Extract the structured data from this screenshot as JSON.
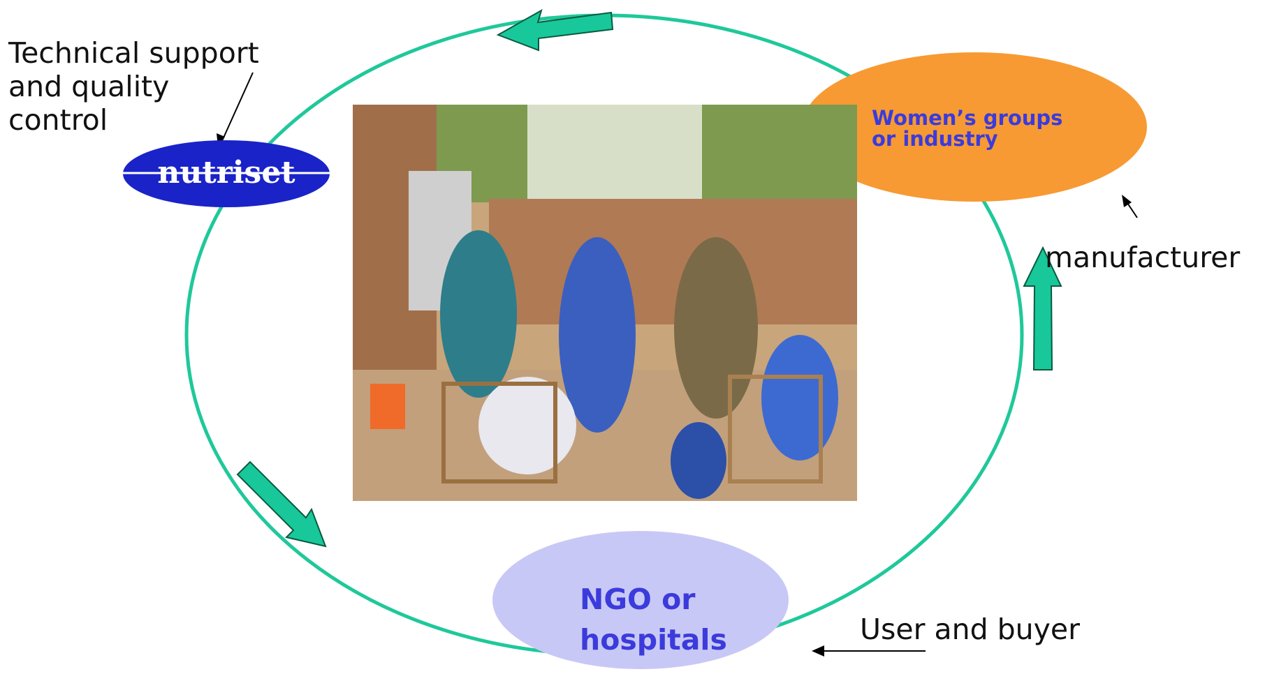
{
  "labels": {
    "technical_support": [
      "Technical support",
      "and quality",
      "control"
    ],
    "manufacturer": "manufacturer",
    "user_buyer": "User and buyer"
  },
  "nodes": {
    "women_groups": [
      "Women’s groups",
      "or industry"
    ],
    "ngo": [
      "NGO or",
      "hospitals"
    ],
    "logo": "nutriset"
  },
  "colors": {
    "cycle": "#1fc89a",
    "arrow_fill": "#18c89a",
    "women_node": "#f79a33",
    "ngo_node": "#c8c8f6",
    "node_text": "#3b3bdc",
    "logo_fill": "#1a23c8"
  },
  "photo": {
    "icon": "photo-women-with-children"
  }
}
